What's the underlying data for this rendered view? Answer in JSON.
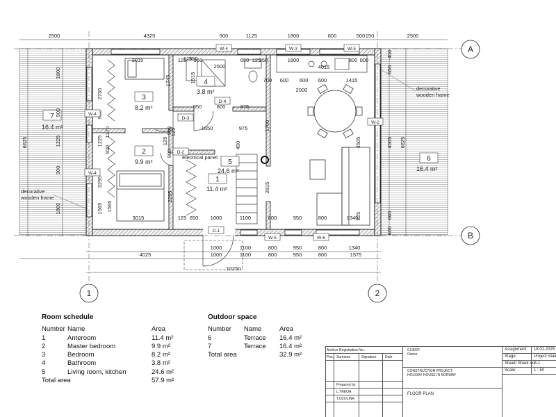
{
  "plan": {
    "grid_axes": {
      "row_a": "A",
      "row_b": "B",
      "col_1": "1",
      "col_2": "2"
    },
    "top_dims": [
      "2500",
      "4325",
      "900",
      "1125",
      "1800",
      "800",
      "500",
      "150",
      "2500"
    ],
    "bottom_dims_1": [
      "1000",
      "1100",
      "800",
      "950",
      "800",
      "1340"
    ],
    "bottom_dims_2": [
      "4025",
      "1000",
      "1100",
      "800",
      "950",
      "800",
      "1575"
    ],
    "overall_width": "10250",
    "left_dims": [
      "1800",
      "900",
      "1225",
      "900",
      "1800"
    ],
    "overall_depth": "6625",
    "right_dims": [
      "400",
      "655",
      "4505",
      "665",
      "400"
    ],
    "inner_dims": [
      "3015",
      "125",
      "950",
      "2500",
      "650",
      "125",
      "350",
      "1800",
      "4015",
      "800",
      "800",
      "700",
      "600",
      "600",
      "600",
      "1415",
      "2000",
      "1745",
      "1515",
      "2735",
      "950",
      "800",
      "875",
      "1650",
      "975",
      "1700",
      "1225",
      "1270",
      "830",
      "900",
      "125",
      "450",
      "3295",
      "1565",
      "2295",
      "3015",
      "125",
      "650",
      "1000",
      "1100",
      "800",
      "950",
      "800",
      "1340",
      "825",
      "4505",
      "2815",
      "125",
      "350",
      "900",
      "1565",
      "900",
      "125"
    ],
    "windows": [
      "W-4",
      "W-3",
      "W-5",
      "W-4",
      "W-4",
      "W-2",
      "W-5",
      "W-6"
    ],
    "doors": [
      "D-4",
      "D-3",
      "D-2",
      "D-1"
    ],
    "rooms": [
      {
        "num": "3",
        "area": "8.2 m²"
      },
      {
        "num": "2",
        "area": "9.9 m²"
      },
      {
        "num": "4",
        "area": "3.8 m²"
      },
      {
        "num": "1",
        "area": "11.4 m²"
      },
      {
        "num": "5",
        "area": "24.6 m²"
      },
      {
        "num": "7",
        "area": "16.4 m²"
      },
      {
        "num": "6",
        "area": "16.4 m²"
      }
    ],
    "labels": {
      "electrical_panel": "Electrical panel",
      "decorative_frame_line1": "decorative",
      "decorative_frame_line2": "wooden frame"
    },
    "colors": {
      "line": "#222222",
      "hatch": "#999999",
      "wall_fill": "#e6e6e6"
    }
  },
  "room_schedule": {
    "title": "Room schedule",
    "headers": {
      "number": "Number",
      "name": "Name",
      "area": "Area"
    },
    "rows": [
      {
        "number": "1",
        "name": "Anteroom",
        "area": "11.4 m²"
      },
      {
        "number": "2",
        "name": "Master bedroom",
        "area": "9.9 m²"
      },
      {
        "number": "3",
        "name": "Bedroom",
        "area": "8.2 m²"
      },
      {
        "number": "4",
        "name": "Bathroom",
        "area": "3.8 m²"
      },
      {
        "number": "5",
        "name": "Living room, kitchen",
        "area": "24.6 m²"
      }
    ],
    "total_label": "Total area",
    "total_area": "57.9 m²"
  },
  "outdoor_space": {
    "title": "Outdoor space",
    "headers": {
      "number": "Number",
      "name": "Name",
      "area": "Area"
    },
    "rows": [
      {
        "number": "6",
        "name": "Terrace",
        "area": "16.4 m²"
      },
      {
        "number": "7",
        "name": "Terrace",
        "area": "16.4 m²"
      }
    ],
    "total_label": "Total area",
    "total_area": "32.9 m²"
  },
  "title_block": {
    "archive_reg": "Archive Registration No.:",
    "col_pos": "Pos.",
    "col_surname": "Surname",
    "col_signature": "Signature",
    "col_date": "Date",
    "prepared_by": "Prepared by:",
    "person_1": "L.TREIJA",
    "person_2": "T.OZOLINA",
    "client_label": "CLIENT:",
    "client_value": "Owner",
    "project_label": "CONSTRUCTION PROJECT:",
    "project_value": "HOLIDAY HOUSE IN NORWAY",
    "drawing_title": "FLOOR PLAN",
    "assignment_label": "Assignment:",
    "assignment_value": "18.01.2025",
    "stage_label": "Stage:",
    "stage_value": "Project Status",
    "sheet_label": "Sheet/ Sheet no.:",
    "sheet_value": "A-1",
    "scale_label": "Scale:",
    "scale_value": "1 : 50"
  }
}
